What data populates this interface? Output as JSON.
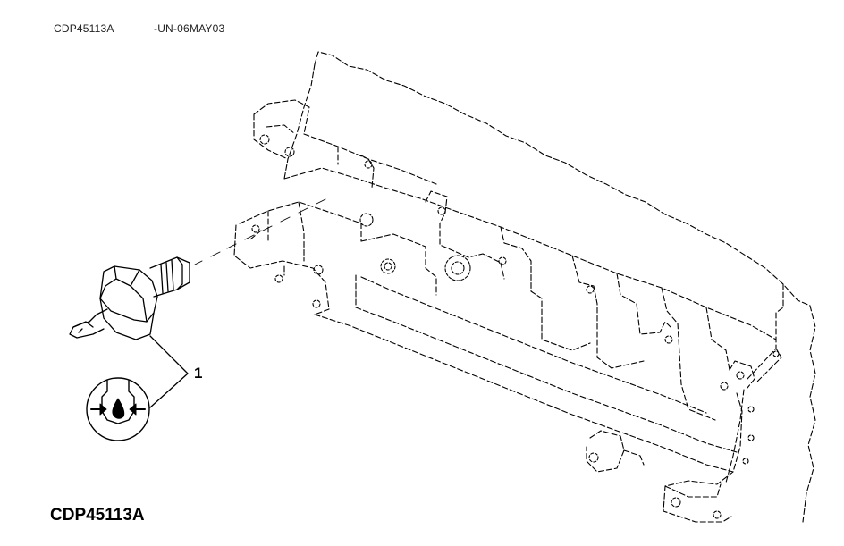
{
  "header": {
    "id": "CDP45113A",
    "date_code": "-UN-06MAY03"
  },
  "callouts": [
    {
      "number": "1"
    }
  ],
  "footer": {
    "id": "CDP45113A"
  },
  "icons": [
    "oil-pressure-switch",
    "engine-block",
    "oil-pressure-symbol-icon"
  ]
}
